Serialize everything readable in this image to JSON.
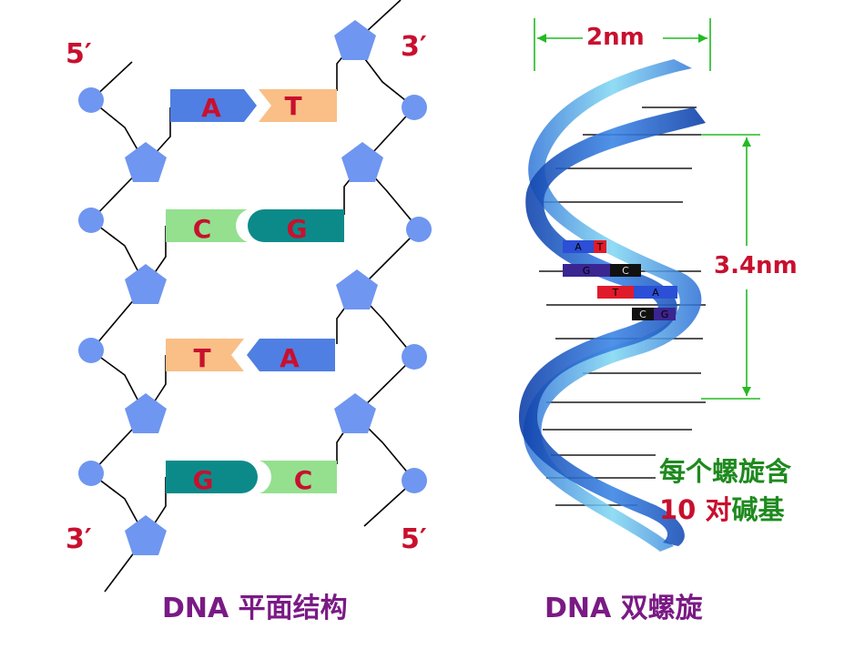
{
  "left": {
    "strand_end_labels": {
      "top_left": "5′",
      "top_right": "3′",
      "bottom_left": "3′",
      "bottom_right": "5′"
    },
    "base_pairs": [
      {
        "left": "A",
        "right": "T"
      },
      {
        "left": "C",
        "right": "G"
      },
      {
        "left": "T",
        "right": "A"
      },
      {
        "left": "G",
        "right": "C"
      }
    ],
    "caption": "DNA 平面结构"
  },
  "right": {
    "width_label": "2nm",
    "pitch_label": "3.4nm",
    "note_line1": "每个螺旋含",
    "note_line2_number": "10",
    "note_line2_dui": " 对",
    "note_line2_rest": "碱基",
    "inner_pairs": [
      {
        "left": "A",
        "right": "T"
      },
      {
        "left": "G",
        "right": "C"
      },
      {
        "left": "T",
        "right": "A"
      },
      {
        "left": "C",
        "right": "G"
      }
    ],
    "caption": "DNA 双螺旋"
  },
  "colors": {
    "A": "#4f7fe2",
    "T": "#f9bf86",
    "C": "#94e08f",
    "G": "#0c8a8a",
    "sugar": "#6f96f0",
    "phosphate": "#6f96f0",
    "helix_dark": "#1c55c8",
    "helix_light": "#5cc4e8",
    "label_red": "#c8102e",
    "label_green": "#1e8a1e",
    "caption_purple": "#7a1a85"
  }
}
